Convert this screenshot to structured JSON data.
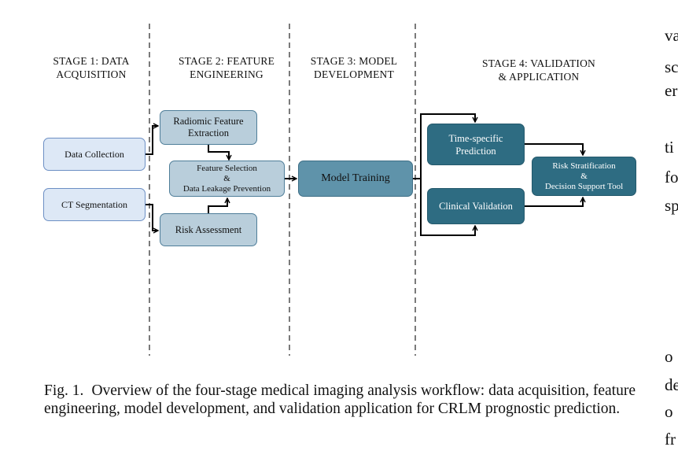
{
  "stages": [
    {
      "title": "STAGE 1: DATA\nACQUISITION"
    },
    {
      "title": "STAGE 2: FEATURE\nENGINEERING"
    },
    {
      "title": "STAGE 3: MODEL\nDEVELOPMENT"
    },
    {
      "title": "STAGE 4: VALIDATION\n& APPLICATION"
    }
  ],
  "nodes": {
    "data_collection": "Data Collection",
    "ct_segmentation": "CT Segmentation",
    "radiomic_feature_extraction": "Radiomic Feature\nExtraction",
    "feature_selection": "Feature Selection\n&\nData Leakage Prevention",
    "risk_assessment": "Risk Assessment",
    "model_training": "Model Training",
    "time_specific_prediction": "Time-specific\nPrediction",
    "clinical_validation": "Clinical Validation",
    "risk_stratification": "Risk Stratification\n&\nDecision Support Tool"
  },
  "caption": {
    "label": "Fig. 1.",
    "text": "Overview of the four-stage medical imaging analysis workflow: data acquisition, feature engineering, model development, and validation application for CRLM prognostic prediction."
  },
  "side_text": [
    "va",
    "sc",
    "er",
    "ti",
    "fo",
    "sp",
    "o",
    "de",
    "o",
    "fr"
  ]
}
